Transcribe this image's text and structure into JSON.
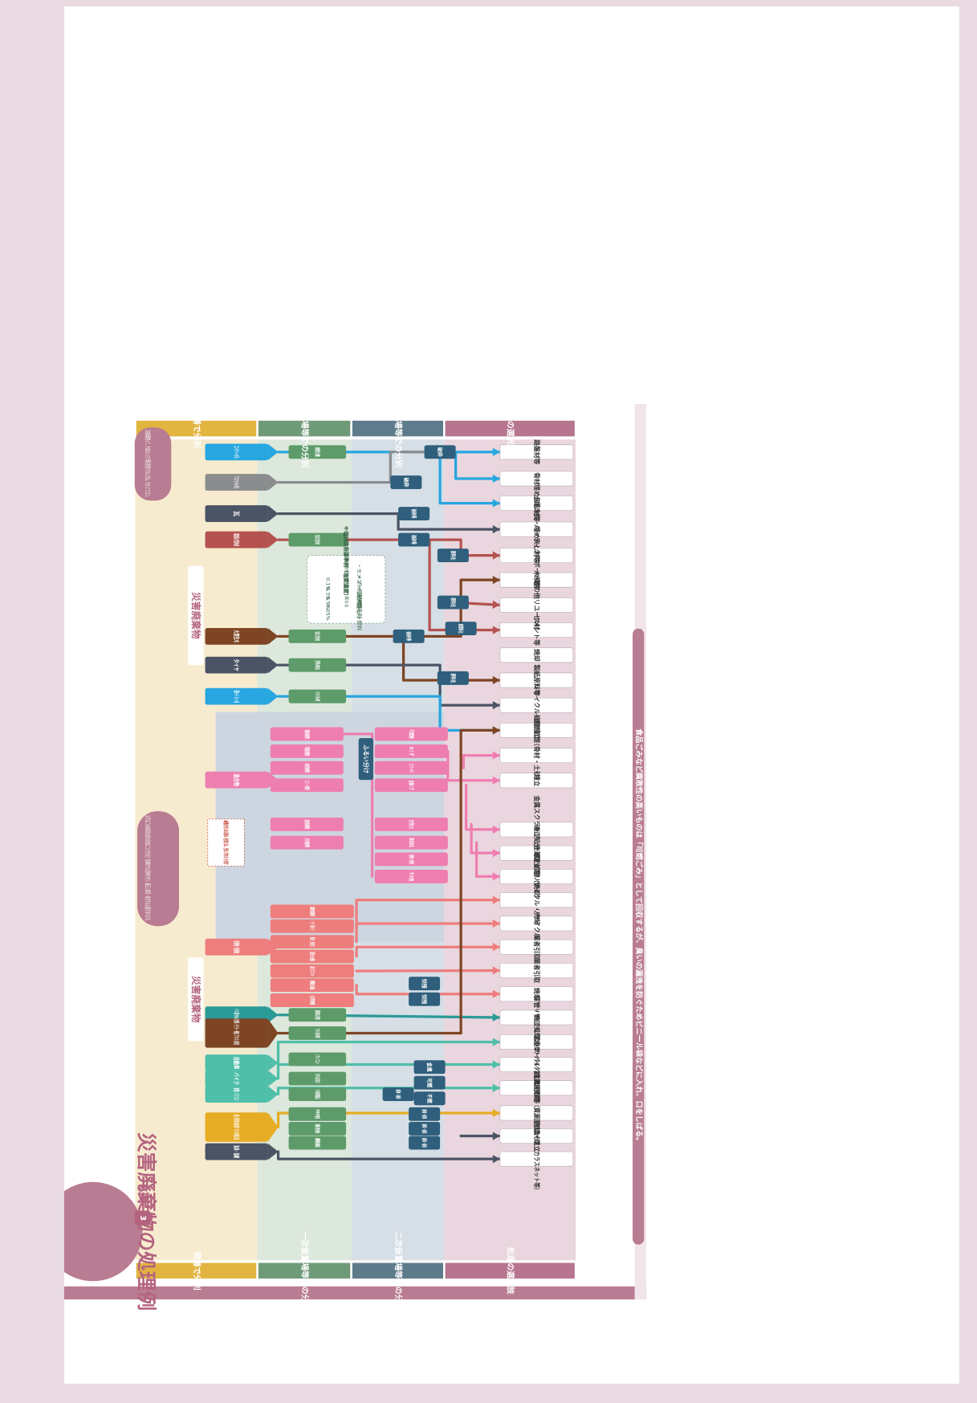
{
  "title": "災害廃棄物の処理例",
  "section": {
    "number": "3",
    "label": "処理"
  },
  "colors": {
    "background": "#e9d9e1",
    "stage1_bg": "#f7ebcf",
    "stage2_bg": "#dde8dc",
    "stage3_bg": "#d6dee6",
    "stage4_bg": "#ead6de",
    "header1": "#e2b540",
    "header2": "#6f9a78",
    "header3": "#5e7b8c",
    "header4": "#b87590",
    "side_band": "#b97d93"
  },
  "stage_headers": [
    "現場で分別",
    "一次仮置場等での分別",
    "二次仮置場等での分別",
    "処理の選択肢"
  ],
  "category_labels": [
    "災害廃棄物",
    "災害廃棄物"
  ],
  "speech_right": "災害廃棄物って、そのほとんどが再生利用できるんだね。それってスゴい。",
  "speech_left": "まずはごみの処理の流れを知ることが大切！災害時でも法律を守り、適正に処理・処分する必要があります。",
  "side_note": "食品ごみなど腐敗性の高いものは「可燃ごみ」として回収するが、臭いの漏洩を防ぐためビニール袋などに入れ、口をしばる。",
  "site_sources": [
    {
      "id": "s1",
      "label": "コンクリートがら",
      "color": "#27a6e0"
    },
    {
      "id": "s2",
      "label": "アスファルトがら",
      "color": "#8a8c8e"
    },
    {
      "id": "s3",
      "label": "瓦",
      "color": "#4b5465"
    },
    {
      "id": "s4",
      "label": "家屋系大型木材",
      "sub": "※トラック等の運搬可能な長さに切断",
      "color": "#b4524f"
    },
    {
      "id": "s5",
      "label": "大型生木",
      "sub": "※樹皮、根付の物、流木を含む",
      "color": "#7e4524"
    },
    {
      "id": "s6",
      "label": "タイヤ",
      "color": "#4b5465"
    },
    {
      "id": "s7",
      "label": "石膏ボード・スレート板",
      "color": "#27a6e0"
    },
    {
      "id": "s8",
      "label": "混合物",
      "color": "#ee7eb0"
    },
    {
      "id": "s9",
      "label": "有害物・危険物",
      "color": "#ee7d7d"
    },
    {
      "id": "s10",
      "label": "トランス類（PCB入り）",
      "color": "#2a9a96"
    },
    {
      "id": "s11",
      "label": "煙突・ボイラー・船舶（アスベスト部材）",
      "color": "#7e4524"
    },
    {
      "id": "s12",
      "label": "自動車",
      "color": "#4fbfaa"
    },
    {
      "id": "s13",
      "label": "バイク",
      "color": "#4fbfaa"
    },
    {
      "id": "s14",
      "label": "家電・パソコン",
      "color": "#4fbfaa"
    },
    {
      "id": "s15",
      "label": "船舶・使用可能な物は使用・アスベスト部材に注意",
      "color": "#e6ac24"
    },
    {
      "id": "s16",
      "label": "漁具・漁網",
      "color": "#4b5465"
    }
  ],
  "primary_nodes": [
    {
      "id": "p1",
      "label": "鉄筋分離",
      "color": "#5d9b6a"
    },
    {
      "id": "p2",
      "label": "用途に応じ塩分除去",
      "color": "#5d9b6a"
    },
    {
      "id": "p3",
      "label": "用途に応じ塩分除去",
      "color": "#5d9b6a"
    },
    {
      "id": "p4",
      "label": "泥等の除去",
      "color": "#5d9b6a"
    },
    {
      "id": "p5",
      "label": "アスベスト含有→密閉",
      "color": "#5d9b6a"
    },
    {
      "id": "p6",
      "label": "漏洩防止措置",
      "color": "#5d9b6a"
    },
    {
      "id": "p7",
      "label": "アスベスト部材の密閉",
      "color": "#5d9b6a"
    },
    {
      "id": "p8",
      "label": "パソコン",
      "color": "#5d9b6a"
    },
    {
      "id": "p9",
      "label": "家電リサイクル法対象品目（基本的に全て）",
      "color": "#5d9b6a"
    },
    {
      "id": "p10",
      "label": "その他家電製品",
      "color": "#5d9b6a"
    },
    {
      "id": "p11",
      "label": "FRP船",
      "color": "#5d9b6a"
    },
    {
      "id": "p12",
      "label": "複合船",
      "color": "#5d9b6a"
    },
    {
      "id": "p13",
      "label": "鋼船",
      "color": "#5d9b6a"
    }
  ],
  "mixed_primary": [
    "可燃系廃棄物",
    "不燃系廃棄物",
    "木質系廃棄物",
    "コンクリート系廃棄物",
    "金属系廃棄物",
    "土砂系廃棄物"
  ],
  "mixed_secondary": [
    "可燃物",
    "木くず",
    "コンクリートがら",
    "金属くず",
    "分別土",
    "再生砕石",
    "危険物・有害物",
    "その他"
  ],
  "sieve_label": "ふるい分け",
  "hazard_items": [
    "腐敗性廃棄物",
    "バッテリー（自動車・バイク）",
    "電池・蛍光灯",
    "消火器",
    "高圧ガスボンベ",
    "廃油",
    "化学物質"
  ],
  "secondary_nodes": [
    {
      "id": "c1",
      "label": "破砕"
    },
    {
      "id": "c2",
      "label": "破砕"
    },
    {
      "id": "c3",
      "label": "破砕等"
    },
    {
      "id": "c4",
      "label": "破砕等"
    },
    {
      "id": "c5",
      "label": "破砕等"
    },
    {
      "id": "c6",
      "label": "原料化"
    },
    {
      "id": "c7",
      "label": "原料化"
    },
    {
      "id": "c8",
      "label": "原燃料化"
    },
    {
      "id": "c9",
      "label": "原料化"
    },
    {
      "id": "c10",
      "label": "性状把握"
    },
    {
      "id": "c11",
      "label": "性状把握"
    },
    {
      "id": "c12",
      "label": "解体・破砕"
    },
    {
      "id": "c13",
      "label": "解体・破砕"
    },
    {
      "id": "c14",
      "label": "解体・破砕"
    },
    {
      "id": "c15",
      "label": "解体・破砕"
    },
    {
      "id": "c16",
      "label": "金属"
    },
    {
      "id": "c17",
      "label": "可燃"
    },
    {
      "id": "c18",
      "label": "不燃"
    }
  ],
  "salt_note": {
    "title": "※塩分除去基準例（塩素濃度）",
    "sub": "塩分除去の基準は用途や条件により異なる",
    "rows": [
      {
        "label": "・セメント原燃料",
        "value": "0.1%"
      },
      {
        "label": "・ボイラー燃料",
        "value": "0.3%"
      },
      {
        "label": "・高炉還元剤",
        "value": "0.5%"
      },
      {
        "label": "・ペレット燃料",
        "value": "0.05%"
      }
    ]
  },
  "note_box": "●貴重品や思い出の品等は、極力取り出し、分別して持ち主へ引き渡す",
  "outputs": [
    {
      "id": "o1",
      "label": "路盤材等"
    },
    {
      "id": "o2",
      "label": "骨材"
    },
    {
      "id": "o3",
      "label": "埋め戻し材等"
    },
    {
      "id": "o4",
      "label": "土壌改良・埋め戻し材等"
    },
    {
      "id": "o5",
      "label": "パーティクルボード等"
    },
    {
      "id": "o6",
      "label": "木炭等"
    },
    {
      "id": "o7",
      "label": "その他リユース材"
    },
    {
      "id": "o8",
      "label": "セメント等"
    },
    {
      "id": "o9",
      "label": "焼却"
    },
    {
      "id": "o10",
      "label": "製紙原料等"
    },
    {
      "id": "o11",
      "label": "リサイクル処理"
    },
    {
      "id": "o12",
      "label": "適正処理"
    },
    {
      "id": "o13",
      "label": "埋立（骨材・土砂）"
    },
    {
      "id": "o14",
      "label": "埋立"
    },
    {
      "id": "o15",
      "label": "金属スクラップ（売却）"
    },
    {
      "id": "o16",
      "label": "適正処分（埋立等）"
    },
    {
      "id": "o17",
      "label": "適正処理（焼却）"
    },
    {
      "id": "o18",
      "label": "リサイクル・売却"
    },
    {
      "id": "o19",
      "label": "リサイクル"
    },
    {
      "id": "o20",
      "label": "業者引取"
    },
    {
      "id": "o21",
      "label": "業者引取"
    },
    {
      "id": "o22",
      "label": "焼却"
    },
    {
      "id": "o23",
      "label": "保管・適正処理"
    },
    {
      "id": "o24",
      "label": "リサイクル（自動車・バイク）"
    },
    {
      "id": "o25",
      "label": "パソコンリサイクル・家電リサイクル"
    },
    {
      "id": "o26",
      "label": "金属回収等"
    },
    {
      "id": "o27",
      "label": "適正処理（資源回収含む）"
    },
    {
      "id": "o28",
      "label": "焼却・埋立"
    },
    {
      "id": "o29",
      "label": "リユース（カラスネット等）"
    }
  ]
}
